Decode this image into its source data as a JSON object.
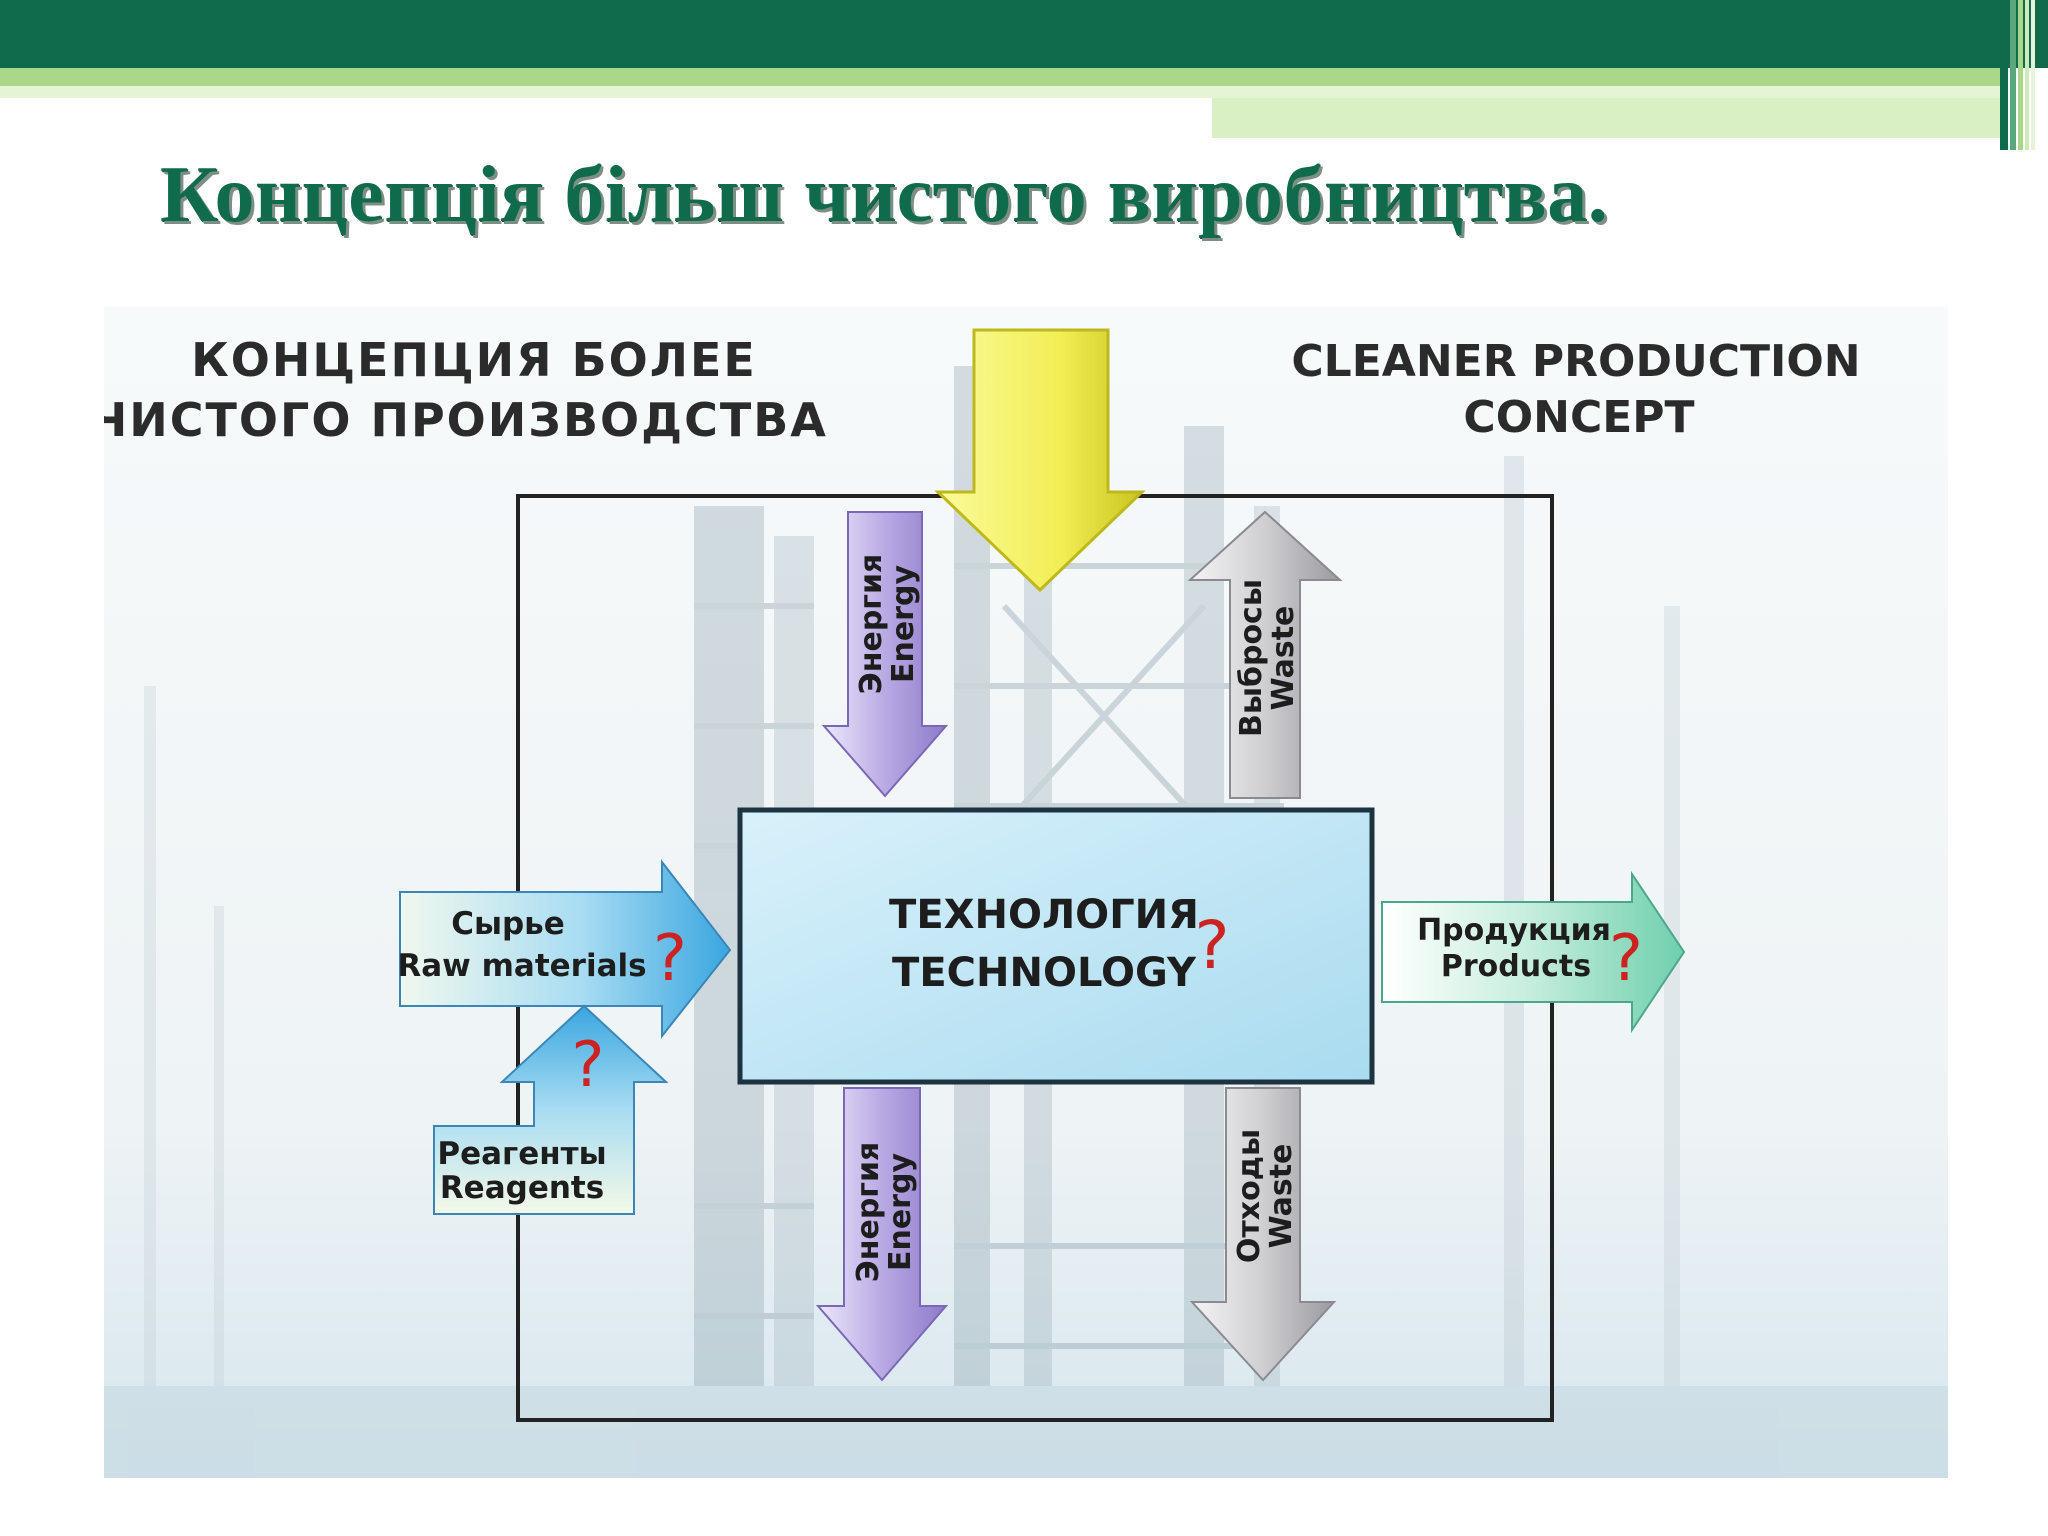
{
  "slide": {
    "title": "Концепція більш чистого виробництва."
  },
  "diagram": {
    "header_ru_line1": "КОНЦЕПЦИЯ БОЛЕЕ",
    "header_ru_line2": "ЧИСТОГО ПРОИЗВОДСТВА",
    "header_en_line1": "CLEANER PRODUCTION",
    "header_en_line2": "CONCEPT",
    "center": {
      "ru": "ТЕХНОЛОГИЯ",
      "en": "TECHNOLOGY",
      "mark": "?"
    },
    "energy_in": {
      "ru": "Энергия",
      "en": "Energy"
    },
    "emissions": {
      "ru": "Выбросы",
      "en": "Waste"
    },
    "raw_materials": {
      "ru": "Сырье",
      "en": "Raw materials",
      "mark": "?"
    },
    "reagents": {
      "ru": "Реагенты",
      "en": "Reagents",
      "mark": "?"
    },
    "products": {
      "ru": "Продукция",
      "en": "Products",
      "mark": "?"
    },
    "energy_out": {
      "ru": "Энергия",
      "en": "Energy"
    },
    "waste_out": {
      "ru": "Отходы",
      "en": "Waste"
    }
  },
  "colors": {
    "accent_green": "#0f6b4c",
    "light_green": "#a8d888",
    "question_red": "#cc2222",
    "center_box": "#bfe6f5",
    "yellow_arrow": "#f2f06a",
    "purple_arrow": "#b4a3e0",
    "grey_arrow": "#c9c9cc",
    "blue_arrow": "#6fc4ef",
    "teal_arrow": "#8fdcc2"
  }
}
